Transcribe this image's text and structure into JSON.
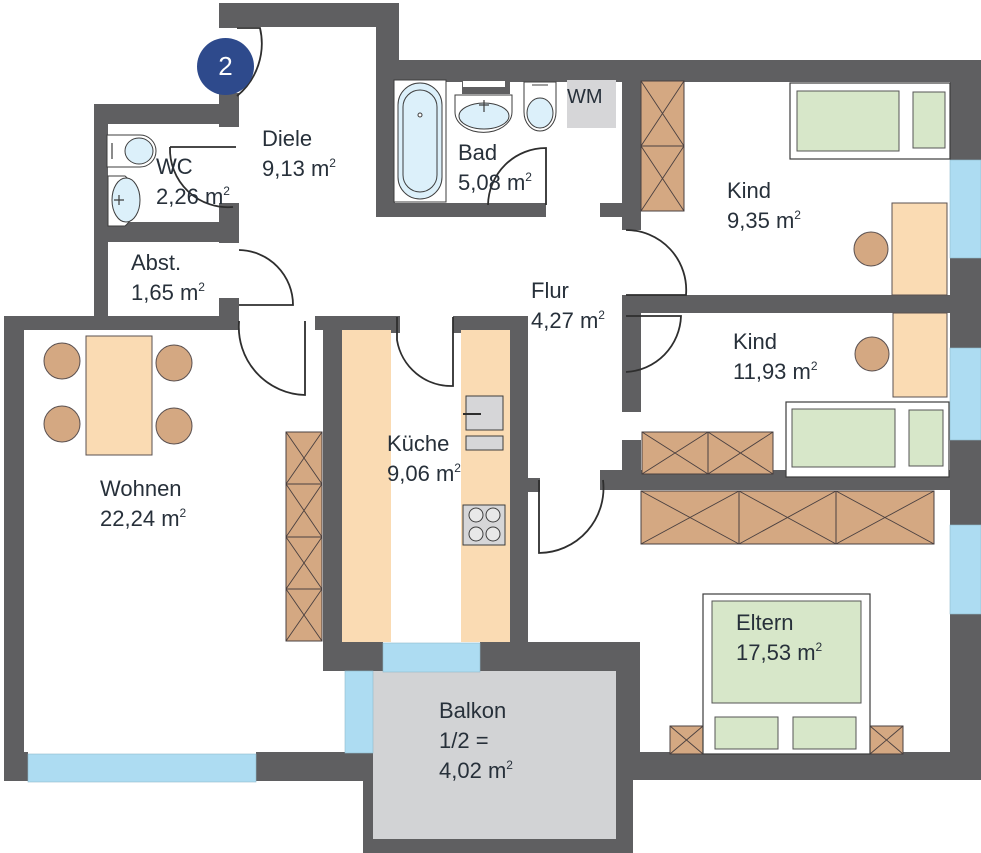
{
  "unit": {
    "number_badge": "2",
    "area_unit": "m",
    "area_exponent": "2"
  },
  "rooms": [
    {
      "id": "diele",
      "name": "Diele",
      "area": "9,13"
    },
    {
      "id": "wc",
      "name": "WC",
      "area": "2,26"
    },
    {
      "id": "abst",
      "name": "Abst.",
      "area": "1,65"
    },
    {
      "id": "bad",
      "name": "Bad",
      "area": "5,08"
    },
    {
      "id": "kind1",
      "name": "Kind",
      "area": "9,35"
    },
    {
      "id": "flur",
      "name": "Flur",
      "area": "4,27"
    },
    {
      "id": "kind2",
      "name": "Kind",
      "area": "11,93"
    },
    {
      "id": "kueche",
      "name": "Küche",
      "area": "9,06"
    },
    {
      "id": "wohnen",
      "name": "Wohnen",
      "area": "22,24"
    },
    {
      "id": "eltern",
      "name": "Eltern",
      "area": "17,53"
    },
    {
      "id": "balkon",
      "name": "Balkon",
      "prefix": "1/2 =",
      "area": "4,02"
    }
  ],
  "fixtures": {
    "washing_machine_label": "WM"
  },
  "colors": {
    "wall": "#5f5f61",
    "window": "#addcf2",
    "wardrobe": "#d4a882",
    "table": "#fadbb3",
    "mattress": "#d7e7c9",
    "balcony": "#d2d3d5",
    "badge": "#2e4a8c",
    "text": "#27303a"
  }
}
